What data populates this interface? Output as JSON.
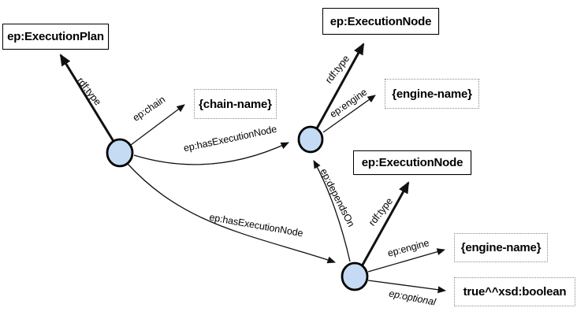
{
  "boxes": {
    "execution_plan": {
      "label": "ep:ExecutionPlan",
      "kind": "class"
    },
    "execution_node_top": {
      "label": "ep:ExecutionNode",
      "kind": "class"
    },
    "execution_node_mid": {
      "label": "ep:ExecutionNode",
      "kind": "class"
    },
    "chain_name": {
      "label": "{chain-name}",
      "kind": "literal"
    },
    "engine_name_top": {
      "label": "{engine-name}",
      "kind": "literal"
    },
    "engine_name_bottom": {
      "label": "{engine-name}",
      "kind": "literal"
    },
    "boolean_literal": {
      "label": "true^^xsd:boolean",
      "kind": "literal"
    }
  },
  "edges": {
    "rdf_type_plan": {
      "label": "rdf:type"
    },
    "ep_chain": {
      "label": "ep:chain"
    },
    "has_execution_node_top": {
      "label": "ep:hasExecutionNode"
    },
    "rdf_type_node_top": {
      "label": "rdf:type"
    },
    "ep_engine_top": {
      "label": "ep:engine"
    },
    "ep_depends_on": {
      "label": "ep:dependsOn"
    },
    "has_execution_node_bottom": {
      "label": "ep:hasExecutionNode"
    },
    "rdf_type_node_mid": {
      "label": "rdf:type"
    },
    "ep_engine_bottom": {
      "label": "ep:engine"
    },
    "ep_optional": {
      "label": "ep:optional"
    }
  },
  "colors": {
    "node_fill": "#c5dbf4",
    "node_stroke": "#000000",
    "arrow": "#111111"
  }
}
